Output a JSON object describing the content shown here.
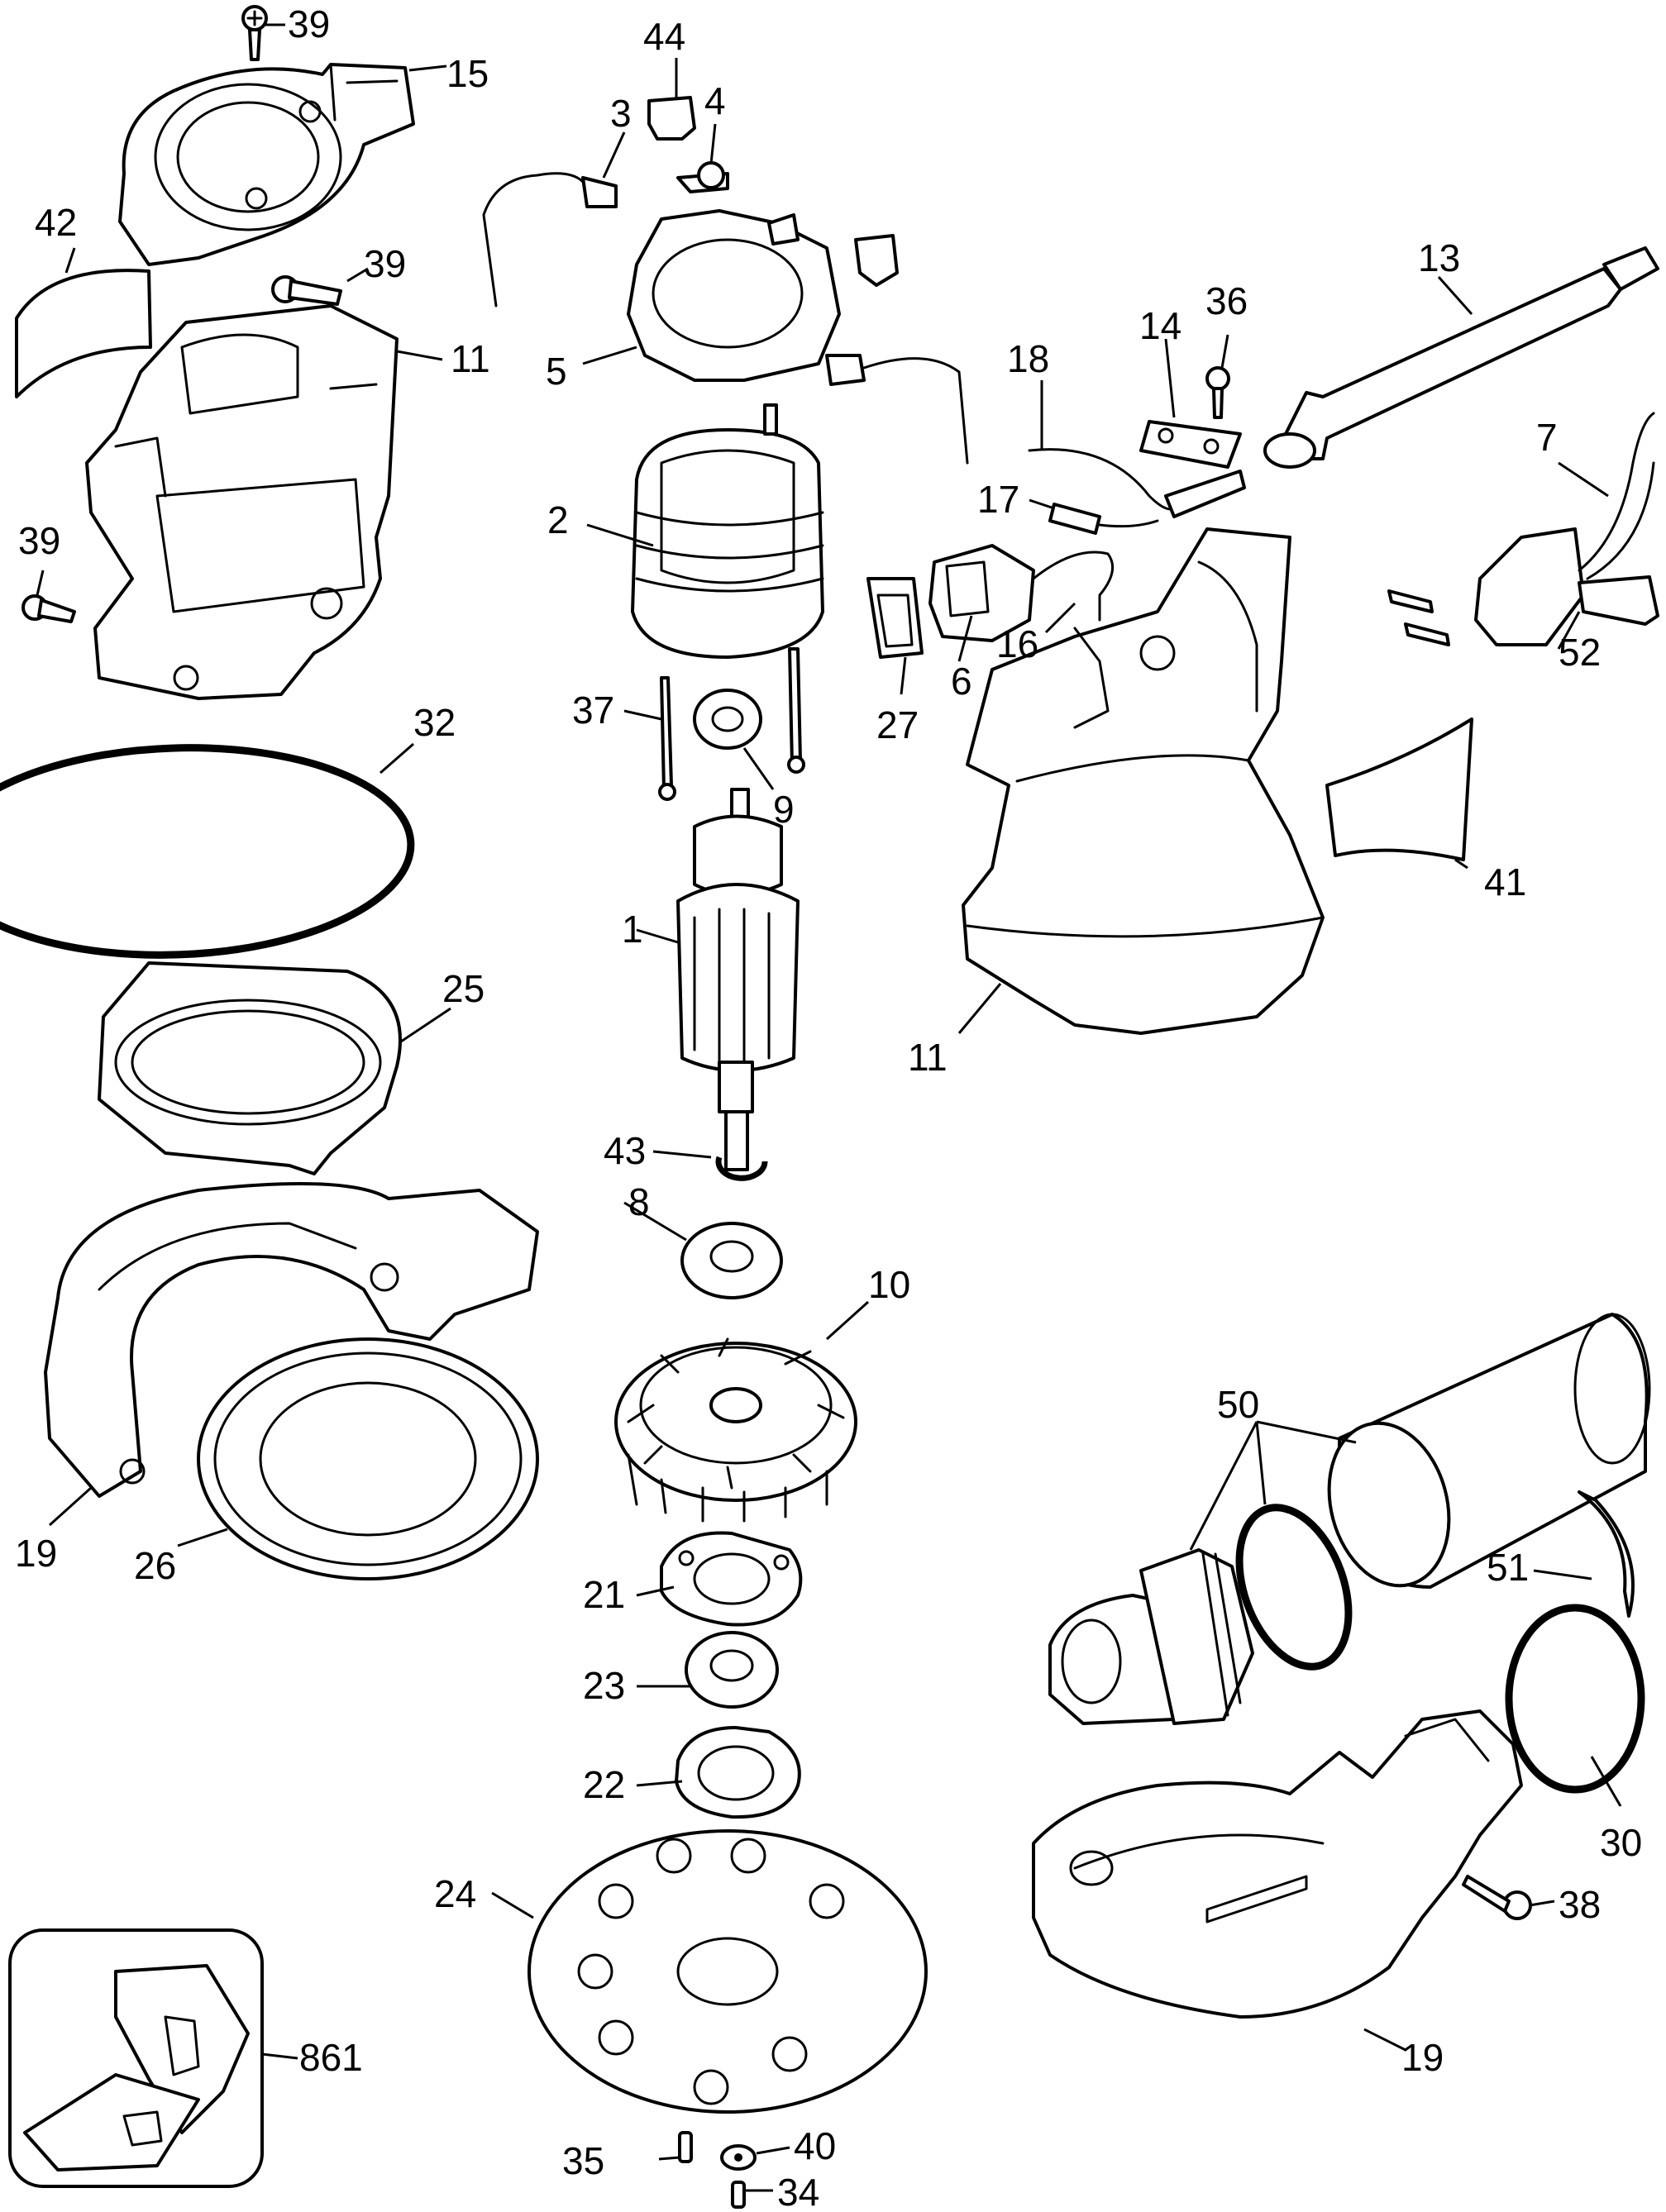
{
  "labels": {
    "l39a": "39",
    "l15": "15",
    "l44": "44",
    "l3": "3",
    "l4": "4",
    "l42": "42",
    "l39b": "39",
    "l11a": "11",
    "l5": "5",
    "l13": "13",
    "l36": "36",
    "l14": "14",
    "l18": "18",
    "l7": "7",
    "l2": "2",
    "l17": "17",
    "l39c": "39",
    "l16": "16",
    "l52": "52",
    "l37": "37",
    "l6": "6",
    "l27": "27",
    "l32": "32",
    "l9": "9",
    "l41": "41",
    "l1": "1",
    "l25": "25",
    "l11b": "11",
    "l43": "43",
    "l8": "8",
    "l10": "10",
    "l50": "50",
    "l51": "51",
    "l19a": "19",
    "l26": "26",
    "l21": "21",
    "l23": "23",
    "l22": "22",
    "l30": "30",
    "l24": "24",
    "l38": "38",
    "l861": "861",
    "l19b": "19",
    "l35": "35",
    "l40": "40",
    "l34": "34"
  }
}
